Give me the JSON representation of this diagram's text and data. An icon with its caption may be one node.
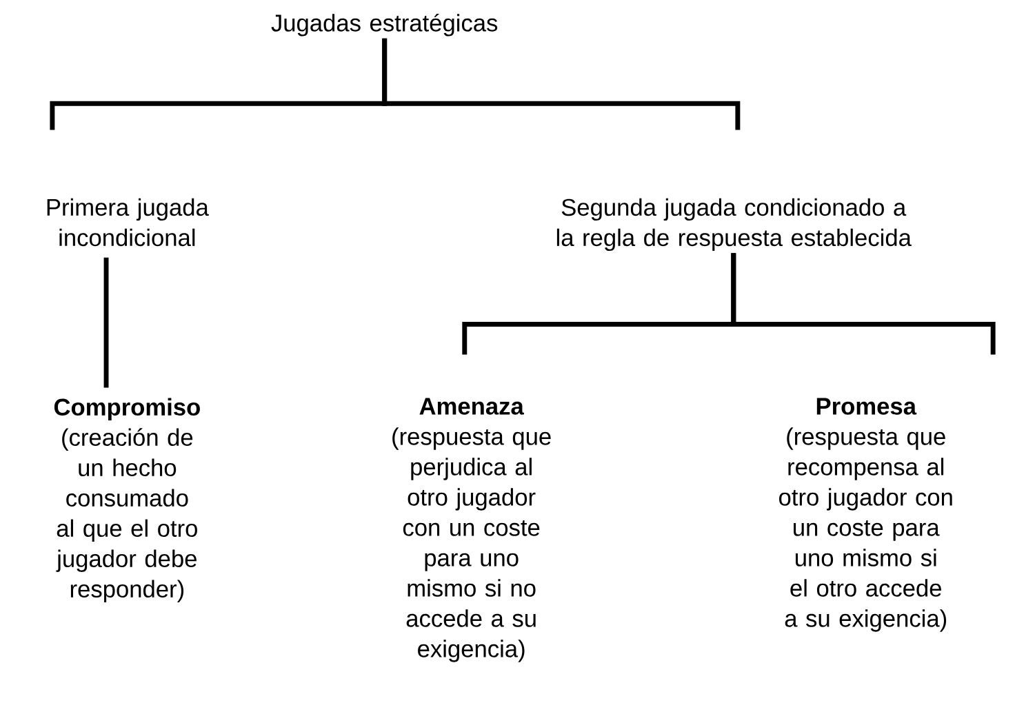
{
  "diagram": {
    "nodes": [
      {
        "text": [
          "Jugadas estratégicas"
        ]
      },
      {
        "text": [
          "Primera jugada incondicional"
        ]
      },
      {
        "text": [
          "Segunda jugada condicionado a la regla de respuesta establecida"
        ]
      },
      {
        "text": [
          "Compromiso",
          "(creación de un hecho consumado al que el otro jugador debe responder)"
        ]
      },
      {
        "text": [
          "Amenaza",
          "(respuesta que perjudica al otro jugador con un coste para uno mismo si no accede a su exigencia)"
        ]
      },
      {
        "text": [
          "Promesa",
          "(respuesta que recompensa al otro jugador con un coste para uno mismo si el otro accede a su exigencia)"
        ]
      }
    ],
    "edges": [
      {
        "from": 0,
        "to": 1,
        "arrow": "none"
      },
      {
        "from": 0,
        "to": 2,
        "arrow": "none"
      },
      {
        "from": 1,
        "to": 3,
        "arrow": "none"
      },
      {
        "from": 2,
        "to": 4,
        "arrow": "none"
      },
      {
        "from": 2,
        "to": 5,
        "arrow": "none"
      }
    ]
  }
}
